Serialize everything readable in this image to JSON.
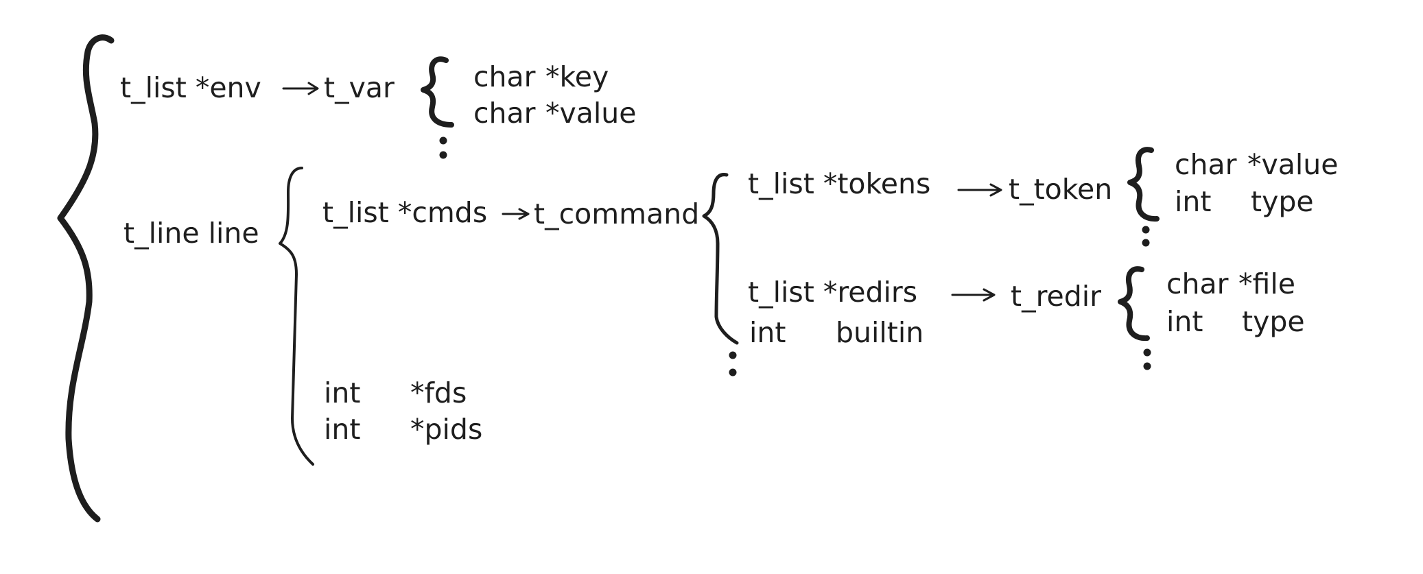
{
  "root": {
    "env": {
      "field": "t_list *env",
      "type": "t_var",
      "members": [
        {
          "type": "char",
          "name": "*key"
        },
        {
          "type": "char",
          "name": "*value"
        }
      ]
    },
    "line": {
      "field": "t_line line"
    }
  },
  "line": {
    "cmds": {
      "field": "t_list *cmds",
      "type": "t_command"
    },
    "members": [
      {
        "type": "int",
        "name": "*fds"
      },
      {
        "type": "int",
        "name": "*pids"
      }
    ]
  },
  "command": {
    "tokens": {
      "field": "t_list *tokens",
      "type": "t_token",
      "members": [
        {
          "type": "char",
          "name": "*value"
        },
        {
          "type": "int",
          "name": "type"
        }
      ]
    },
    "redirs": {
      "field": "t_list *redirs",
      "type": "t_redir",
      "members": [
        {
          "type": "char",
          "name": "*file"
        },
        {
          "type": "int",
          "name": "type"
        }
      ]
    },
    "builtin": {
      "type": "int",
      "name": "builtin"
    }
  },
  "colors": {
    "ink": "#1e1e1e",
    "background": "#ffffff"
  }
}
